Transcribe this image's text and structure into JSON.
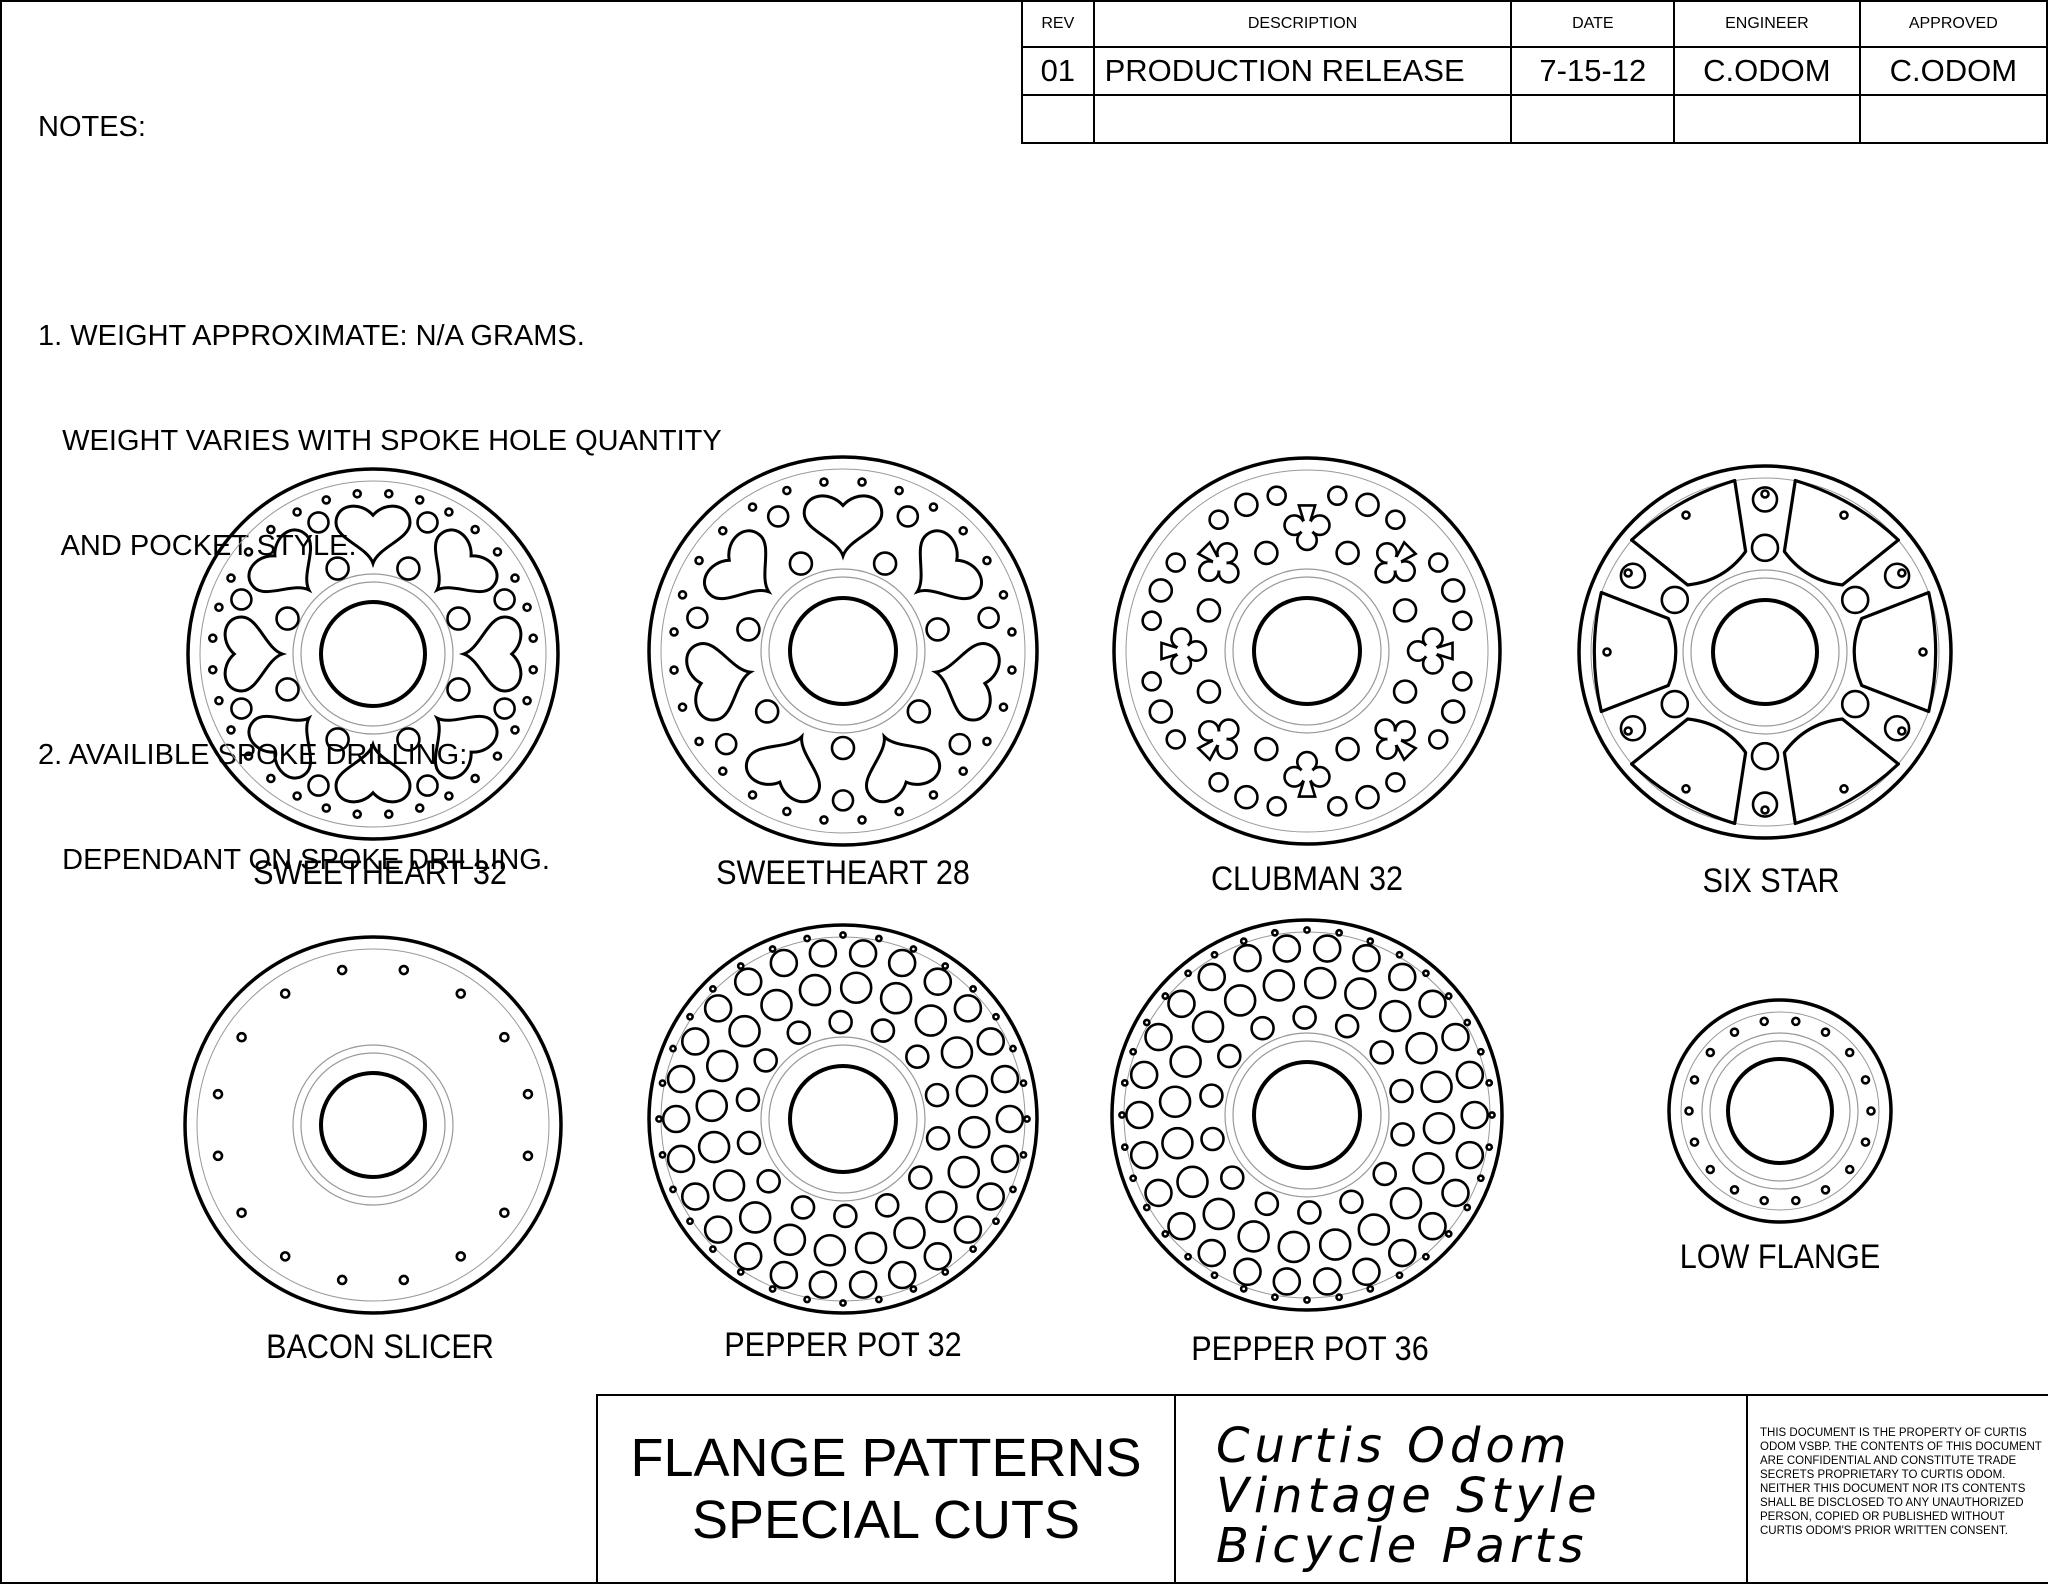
{
  "notes": {
    "heading": "NOTES:",
    "note1": [
      "1. WEIGHT APPROXIMATE: N/A GRAMS.",
      "   WEIGHT VARIES WITH SPOKE HOLE QUANTITY",
      "   AND POCKET STYLE."
    ],
    "note2": [
      "2. AVAILIBLE SPOKE DRILLING:",
      "   DEPENDANT ON SPOKE DRILLING."
    ]
  },
  "revision_table": {
    "headers": [
      "REV",
      "DESCRIPTION",
      "DATE",
      "ENGINEER",
      "APPROVED"
    ],
    "rows": [
      [
        "01",
        "PRODUCTION RELEASE",
        "7-15-12",
        "C.ODOM",
        "C.ODOM"
      ],
      [
        "",
        "",
        "",
        "",
        ""
      ]
    ]
  },
  "flanges": [
    {
      "label": "SWEETHEART 32",
      "pattern": "sweetheart",
      "pockets": 8,
      "spoke_holes": 32
    },
    {
      "label": "SWEETHEART 28",
      "pattern": "sweetheart",
      "pockets": 7,
      "spoke_holes": 28
    },
    {
      "label": "CLUBMAN 32",
      "pattern": "clubman",
      "pockets": 8,
      "spoke_holes": 32
    },
    {
      "label": "SIX STAR",
      "pattern": "sixstar",
      "pockets": 6
    },
    {
      "label": "BACON SLICER",
      "pattern": "bacon",
      "spoke_holes": 16
    },
    {
      "label": "PEPPER POT 32",
      "pattern": "pepper",
      "spoke_holes": 32
    },
    {
      "label": "PEPPER POT 36",
      "pattern": "pepper",
      "spoke_holes": 36
    },
    {
      "label": "LOW FLANGE",
      "pattern": "low",
      "spoke_holes": 18
    }
  ],
  "title_block": {
    "title_line1": "FLANGE PATTERNS",
    "title_line2": "SPECIAL CUTS",
    "company_line1": "Curtis Odom",
    "company_line2": "Vintage Style",
    "company_line3": "Bicycle Parts",
    "legal": "THIS DOCUMENT IS THE PROPERTY OF CURTIS ODOM VSBP. THE CONTENTS OF THIS DOCUMENT ARE CONFIDENTIAL AND CONSTITUTE TRADE SECRETS PROPRIETARY TO CURTIS ODOM. NEITHER THIS DOCUMENT NOR ITS CONTENTS SHALL BE DISCLOSED TO ANY UNAUTHORIZED PERSON, COPIED OR PUBLISHED WITHOUT CURTIS ODOM'S PRIOR WRITTEN CONSENT."
  }
}
